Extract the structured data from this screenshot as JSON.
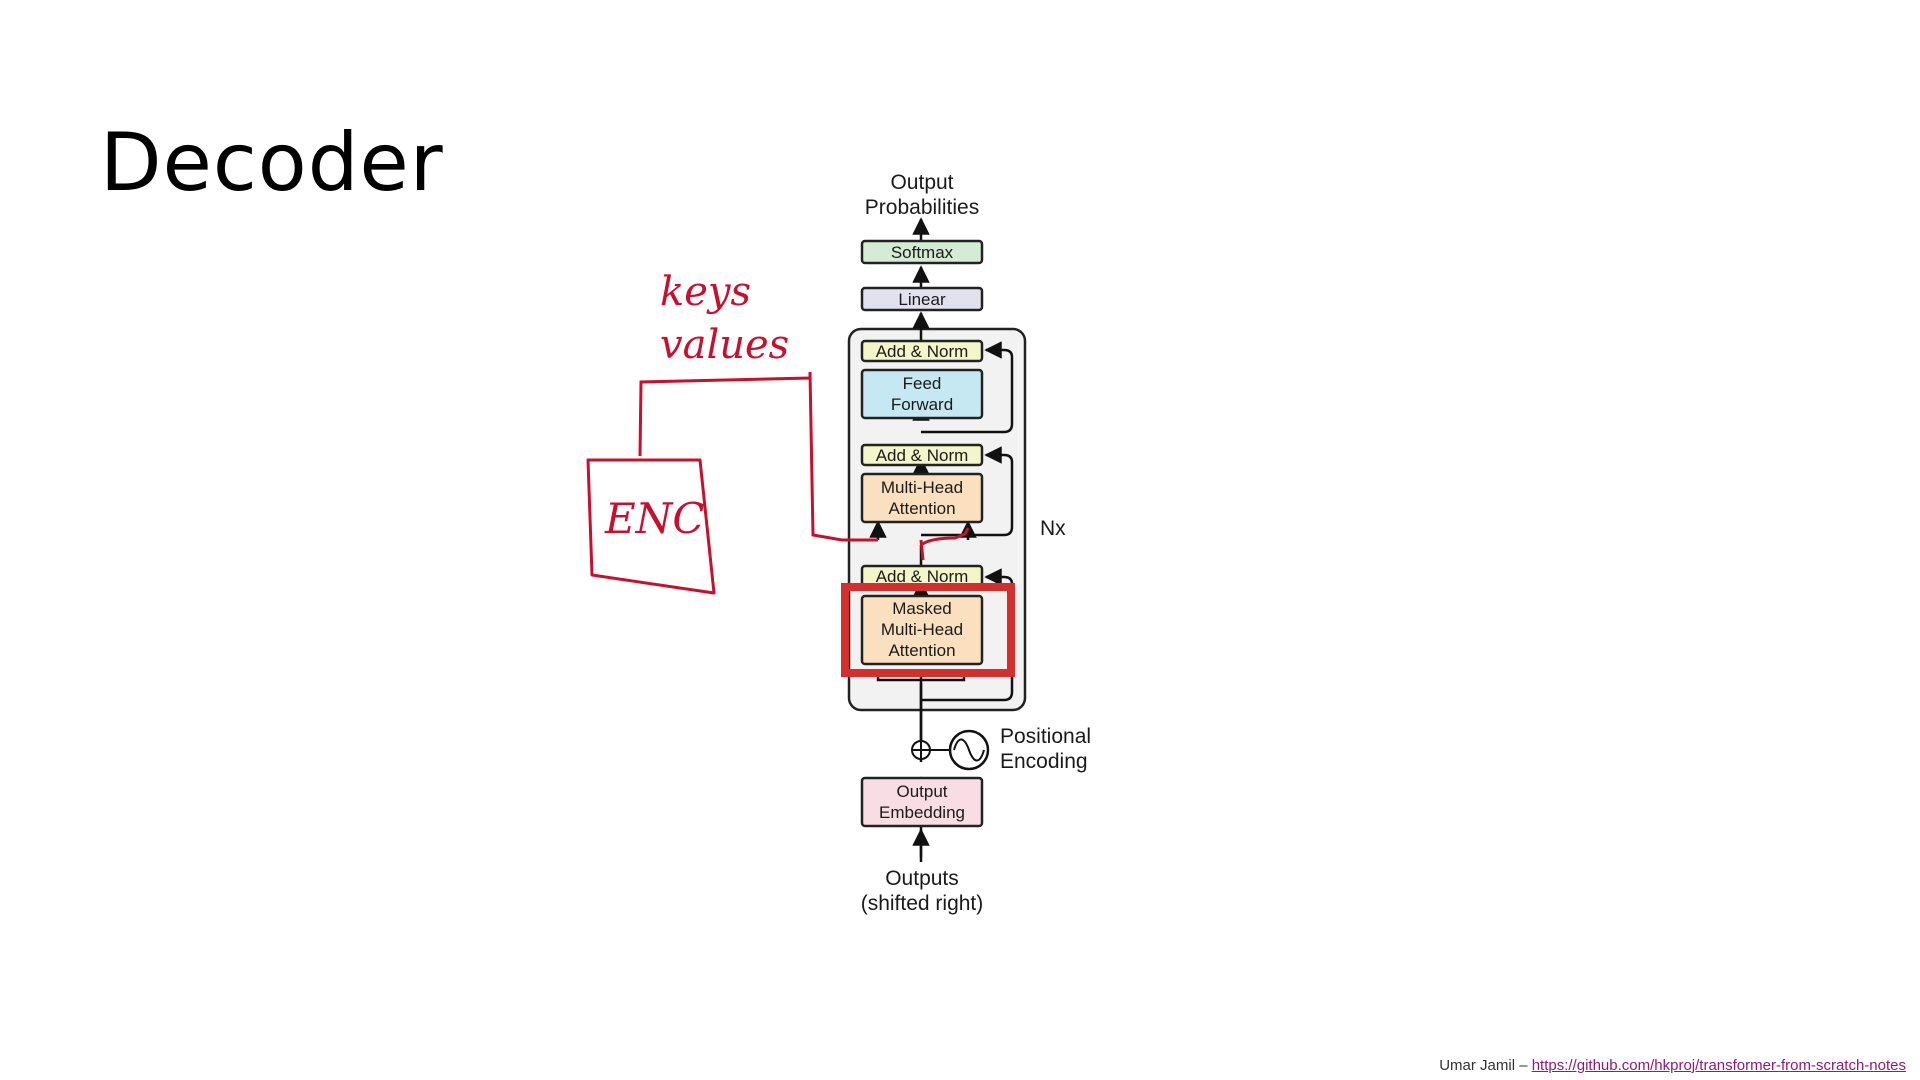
{
  "slide": {
    "title": "Decoder"
  },
  "diagram": {
    "output_label_1": "Output",
    "output_label_2": "Probabilities",
    "softmax": "Softmax",
    "linear": "Linear",
    "add_norm_1": "Add & Norm",
    "feed_forward_1": "Feed",
    "feed_forward_2": "Forward",
    "add_norm_2": "Add & Norm",
    "mha_1": "Multi-Head",
    "mha_2": "Attention",
    "add_norm_3": "Add & Norm",
    "masked_1": "Masked",
    "masked_2": "Multi-Head",
    "masked_3": "Attention",
    "nx": "Nx",
    "positional_1": "Positional",
    "positional_2": "Encoding",
    "embedding_1": "Output",
    "embedding_2": "Embedding",
    "inputs_1": "Outputs",
    "inputs_2": "(shifted right)"
  },
  "annotations": {
    "keys": "keys",
    "values": "values",
    "enc": "ENC",
    "color": "#c8102e"
  },
  "colors": {
    "softmax": "#d4ecd4",
    "linear": "#e2e2ee",
    "add_norm": "#f2f6c8",
    "feed_forward": "#c6e8f2",
    "attention": "#fbe0c0",
    "embedding": "#f8dde4",
    "block_bg": "#f2f2f2",
    "highlight": "#d32f2f"
  },
  "footer": {
    "author": "Umar Jamil – ",
    "link": "https://github.com/hkproj/transformer-from-scratch-notes"
  }
}
